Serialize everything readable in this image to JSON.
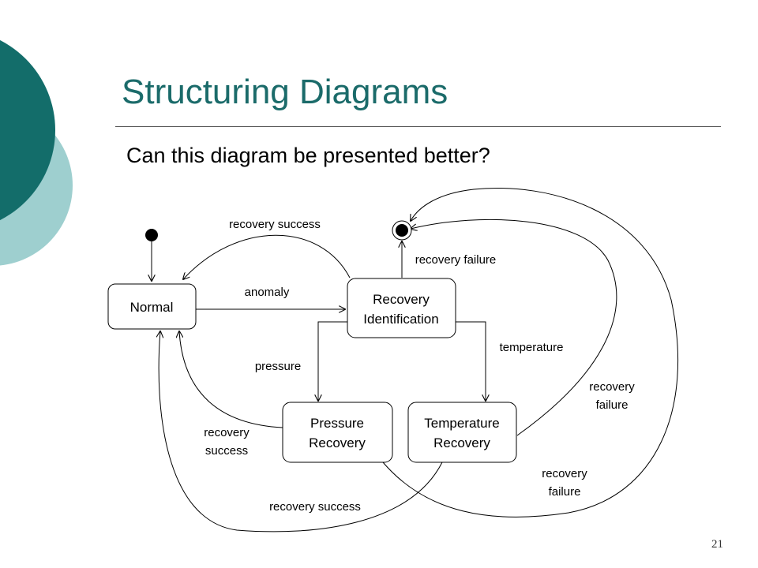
{
  "slide": {
    "title": "Structuring Diagrams",
    "subtitle": "Can this diagram be presented better?",
    "page_number": "21",
    "accent_color": "#1b6b6a",
    "accent_light": "#9ecfcf"
  },
  "diagram": {
    "states": {
      "normal": "Normal",
      "recovery_identification": [
        "Recovery",
        "Identification"
      ],
      "pressure_recovery": [
        "Pressure",
        "Recovery"
      ],
      "temperature_recovery": [
        "Temperature",
        "Recovery"
      ]
    },
    "transitions": {
      "recovery_success_top": "recovery success",
      "anomaly": "anomaly",
      "recovery_failure_top": "recovery failure",
      "pressure": "pressure",
      "temperature": "temperature",
      "recovery_success_left": [
        "recovery",
        "success"
      ],
      "recovery_success_bottom": "recovery success",
      "recovery_failure_right": [
        "recovery",
        "failure"
      ],
      "recovery_failure_bottom": [
        "recovery",
        "failure"
      ]
    }
  }
}
